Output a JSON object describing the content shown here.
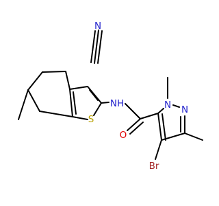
{
  "molecule": {
    "atoms": [
      {
        "id": "n_nitrile",
        "symbol": "N",
        "color": "#2222cc"
      },
      {
        "id": "nh",
        "symbol": "NH",
        "color": "#2222cc"
      },
      {
        "id": "s",
        "symbol": "S",
        "color": "#b8a000"
      },
      {
        "id": "o",
        "symbol": "O",
        "color": "#e00000"
      },
      {
        "id": "br",
        "symbol": "Br",
        "color": "#a52a2a"
      },
      {
        "id": "n1",
        "symbol": "N",
        "color": "#2222cc"
      },
      {
        "id": "n2",
        "symbol": "N",
        "color": "#2222cc"
      }
    ],
    "bond_color": "#000000"
  }
}
